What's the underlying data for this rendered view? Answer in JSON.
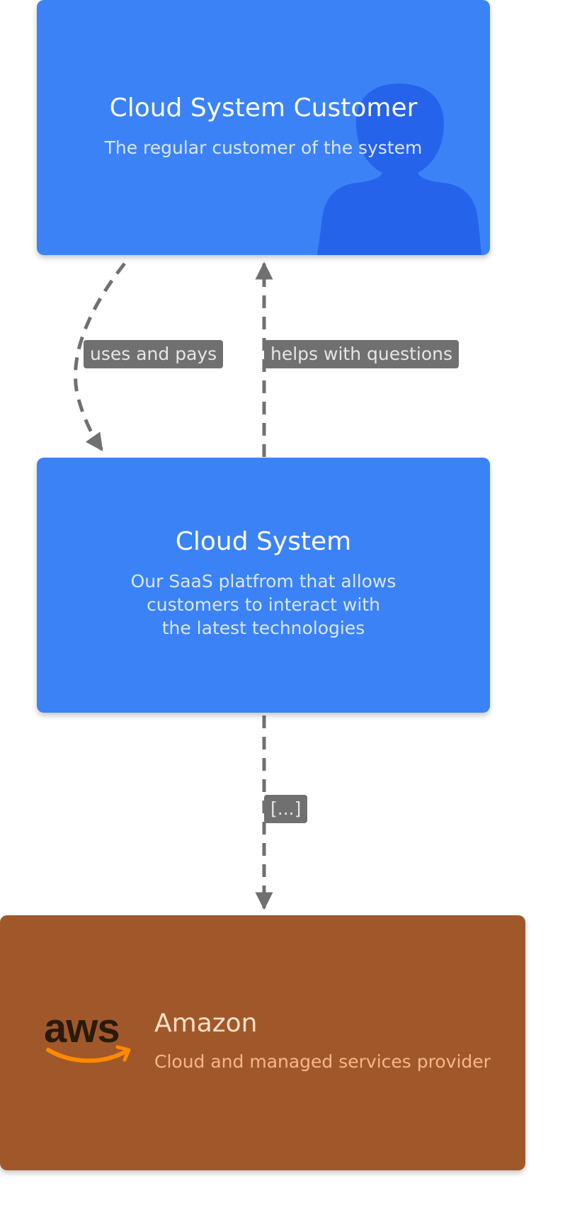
{
  "nodes": {
    "customer": {
      "title": "Cloud System Customer",
      "description": "The regular customer of the system",
      "icon": "person-silhouette-icon"
    },
    "cloud_system": {
      "title": "Cloud System",
      "description": "Our SaaS platfrom that allows\ncustomers to interact with\nthe latest technologies"
    },
    "amazon": {
      "title": "Amazon",
      "description": "Cloud and managed services provider",
      "logo_text": "aws",
      "icon": "aws-logo-icon"
    }
  },
  "edges": {
    "uses_and_pays": "uses and pays",
    "helps_with_questions": "helps with questions",
    "cloud_to_amazon": "[...]"
  },
  "colors": {
    "node_blue": "#3b82f6",
    "person_icon": "#2563eb",
    "node_brown": "#a0582b",
    "amazon_title": "#fde0c8",
    "amazon_desc": "#f6b68a",
    "aws_smile": "#ff8a00",
    "edge": "#707070"
  }
}
